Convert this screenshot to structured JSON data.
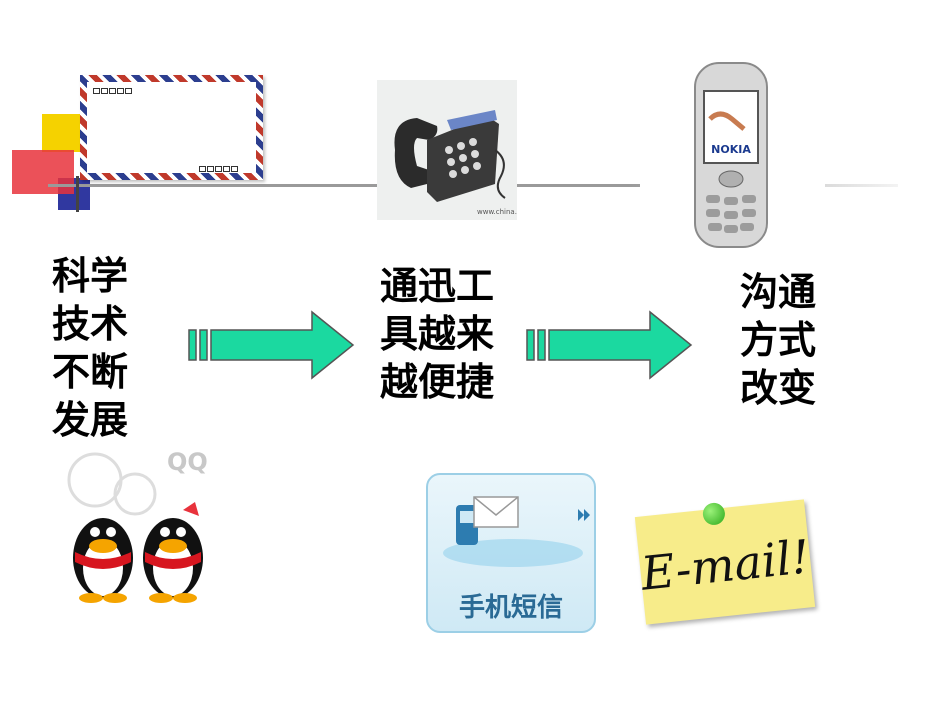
{
  "steps": {
    "left": "科学\n技术\n不断\n发展",
    "middle": "通迅工\n具越来\n越便捷",
    "right": "沟通\n方式\n改变"
  },
  "images": {
    "phone_brand": "NOKIA",
    "phone_watermark": "www.china.cn",
    "qq_logo": "QQ",
    "sms_label": "手机短信",
    "email_note": "E-mail!"
  },
  "colors": {
    "arrow_fill": "#1bd9a0",
    "arrow_stroke": "#555555",
    "deco_yellow": "#f5d200",
    "deco_red": "#e8323c",
    "deco_blue": "#3038a0",
    "line": "#a0a0a0"
  }
}
